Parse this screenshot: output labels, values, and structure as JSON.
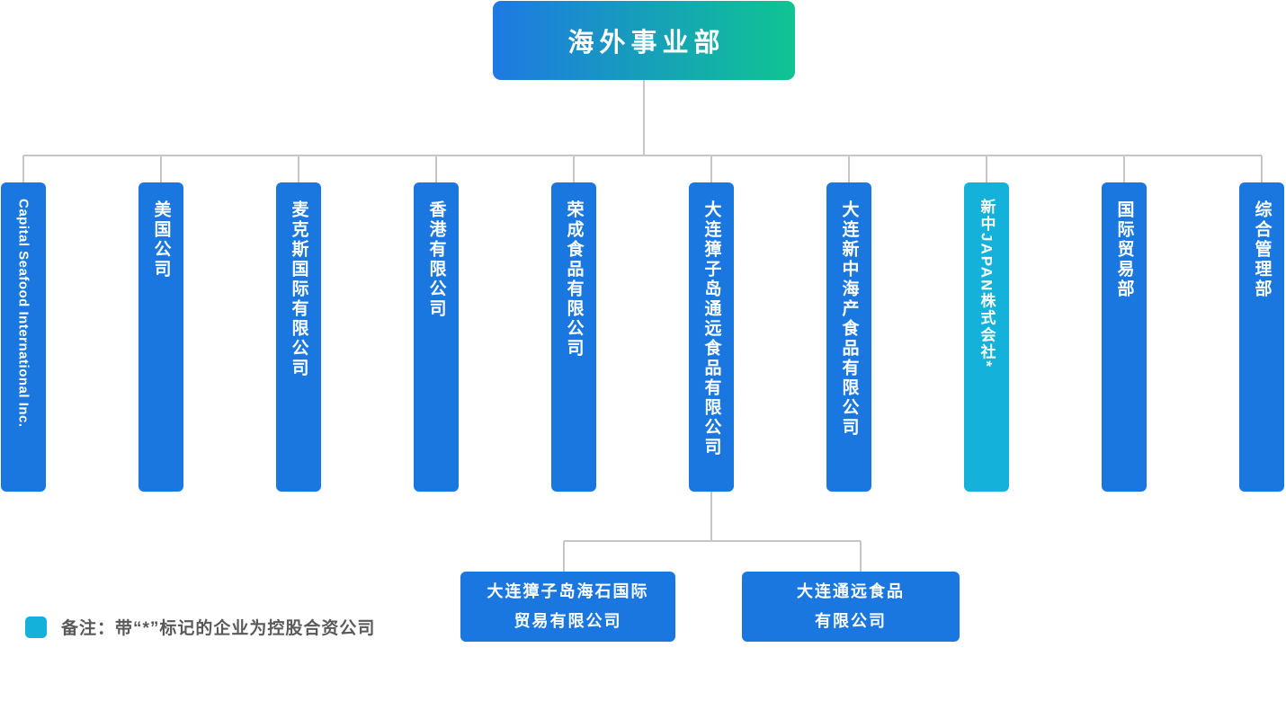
{
  "root": {
    "label": "海外事业部"
  },
  "children": [
    {
      "label": "Capital Seafood International Inc."
    },
    {
      "label": "美国公司"
    },
    {
      "label": "麦克斯国际有限公司"
    },
    {
      "label": "香港有限公司"
    },
    {
      "label": "荣成食品有限公司"
    },
    {
      "label": "大连獐子岛通远食品有限公司"
    },
    {
      "label": "大连新中海产食品有限公司"
    },
    {
      "label": "新中JAPAN株式会社*"
    },
    {
      "label": "国际贸易部"
    },
    {
      "label": "综合管理部"
    }
  ],
  "grandchildren": [
    {
      "line1": "大连獐子岛海石国际",
      "line2": "贸易有限公司"
    },
    {
      "line1": "大连通远食品",
      "line2": "有限公司"
    }
  ],
  "legend": {
    "text": "备注：带“*”标记的企业为控股合资公司"
  },
  "colors": {
    "node_blue": "#1a77e0",
    "node_teal": "#14b2da",
    "gradient_start": "#1e79e3",
    "gradient_end": "#0fc492",
    "line": "#c6c6c6",
    "legend_text": "#595959"
  }
}
